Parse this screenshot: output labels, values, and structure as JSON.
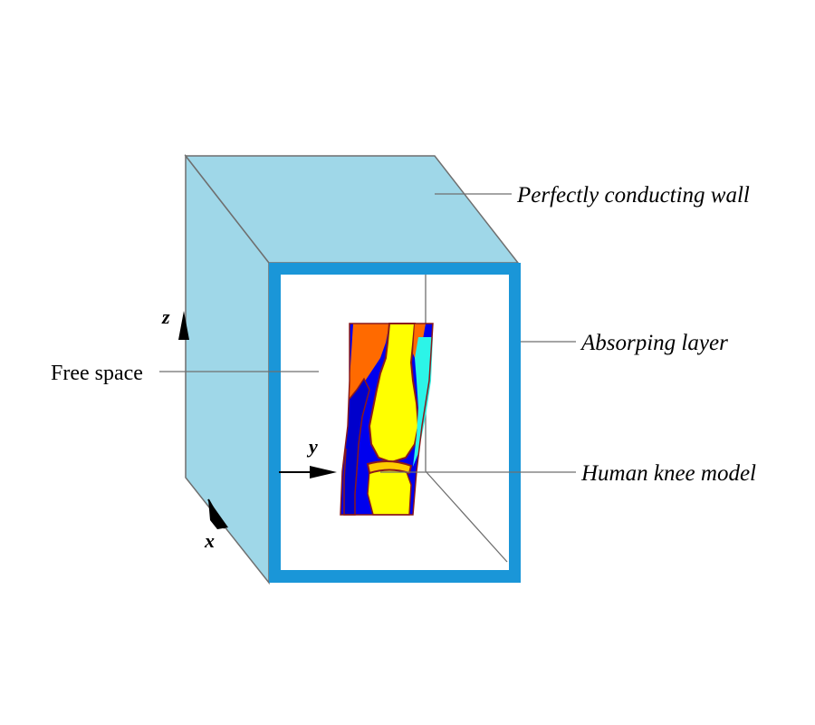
{
  "labels": {
    "wall": "Perfectly conducting wall",
    "absorbing": "Absorping layer",
    "free_space": "Free space",
    "knee": "Human knee model"
  },
  "axes": {
    "x": "x",
    "y": "y",
    "z": "z"
  },
  "colors": {
    "wall_fill": "#9fd7e8",
    "absorbing_layer": "#1a96d8",
    "interior": "#ffffff",
    "edge": "#6f6f6f",
    "knee_orange": "#ff6a00",
    "knee_yellow": "#ffff00",
    "knee_blue": "#0000ee",
    "knee_cyan": "#2cf4e8",
    "knee_darkred": "#8b1a1a"
  }
}
